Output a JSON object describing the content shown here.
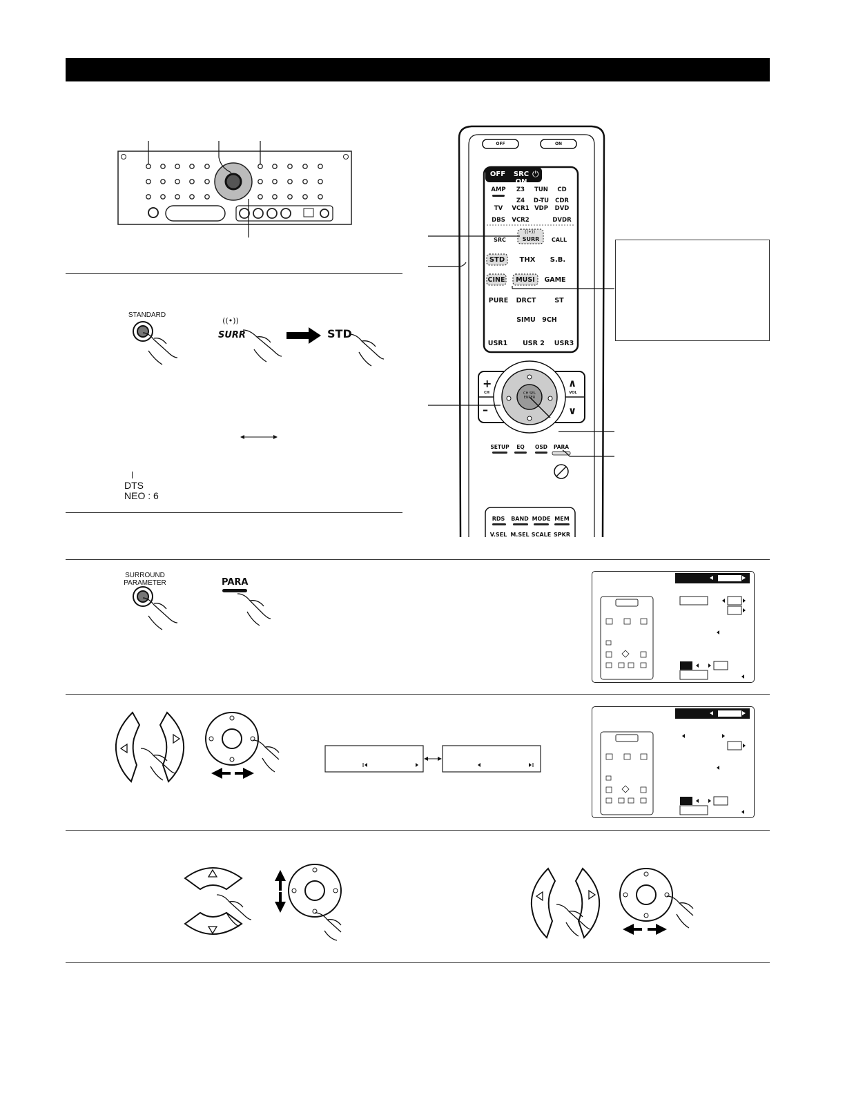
{
  "main_unit": {
    "standard_label": "STANDARD",
    "surround_parameter_label": "SURROUND\nPARAMETER"
  },
  "remote": {
    "top_buttons": [
      "OFF",
      "ON"
    ],
    "mode_tabs": [
      "OFF",
      "SRC ON"
    ],
    "source_row1": [
      "AMP",
      "Z3",
      "TUN",
      "CD"
    ],
    "source_row2": [
      "Z4\nVCR1",
      "D-TU\nVDP",
      "CDR\nDVD"
    ],
    "source_row2_first": "TV",
    "source_row3": [
      "DBS",
      "VCR2",
      "DVDR"
    ],
    "mode_row1": [
      "SRC",
      "SURR",
      "CALL"
    ],
    "mode_row2": [
      "STD",
      "THX",
      "S.B."
    ],
    "mode_row3": [
      "CINE",
      "MUSI",
      "GAME"
    ],
    "mode_row4": [
      "PURE",
      "DRCT",
      "ST"
    ],
    "mode_row5": [
      "SIMU",
      "9CH"
    ],
    "mode_row6": [
      "USR1",
      "USR 2",
      "USR3"
    ],
    "ch_label": "CH",
    "vol_label": "VOL",
    "enter_label": "CH SEL\nENTER",
    "func_row": [
      "SETUP",
      "EQ",
      "OSD",
      "PARA"
    ],
    "bottom_row1": [
      "RDS",
      "BAND",
      "MODE",
      "MEM"
    ],
    "bottom_row2": [
      "V.SEL",
      "M.SEL",
      "SCALE",
      "SPKR"
    ]
  },
  "step_std": {
    "surr_icon_label": "SURR",
    "std_icon_label": "STD",
    "mode_text_line1": "DTS",
    "mode_text_line2": "NEO : 6"
  },
  "step_para": {
    "para_icon_label": "PARA"
  }
}
